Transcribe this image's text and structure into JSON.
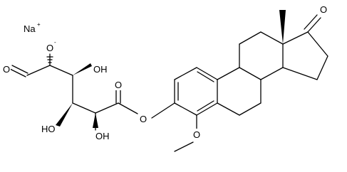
{
  "labels": {
    "sodium": "Na",
    "sodium_charge": "+",
    "oxide_o": "O",
    "oxide_charge": "-",
    "aldehyde_o": "O",
    "oh": "OH",
    "ho": "HO",
    "ester_carbonyl_o": "O",
    "ester_o": "O",
    "methoxy_o": "O",
    "ketone_o": "O"
  },
  "colors": {
    "ink": "#000000",
    "background": "#ffffff"
  }
}
